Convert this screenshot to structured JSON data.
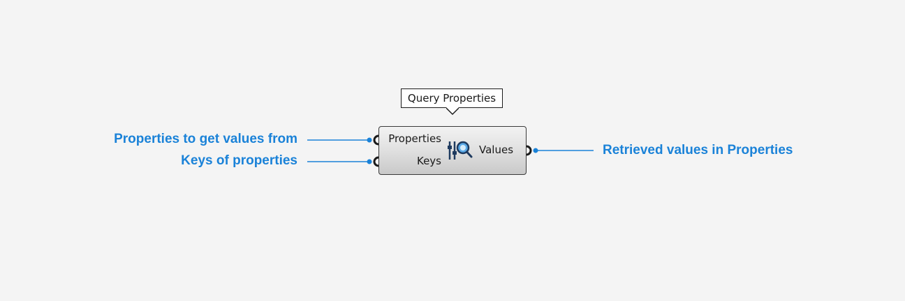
{
  "component": {
    "name": "Query Properties",
    "inputs": [
      {
        "label": "Properties",
        "description": "Properties to get values from"
      },
      {
        "label": "Keys",
        "description": "Keys of properties"
      }
    ],
    "outputs": [
      {
        "label": "Values",
        "description": "Retrieved values in Properties"
      }
    ],
    "icon": "query-properties-icon"
  },
  "colors": {
    "background": "#f4f4f4",
    "annotation": "#1a82d8",
    "component_border": "#3a3a3a",
    "text": "#1a1a1a"
  }
}
